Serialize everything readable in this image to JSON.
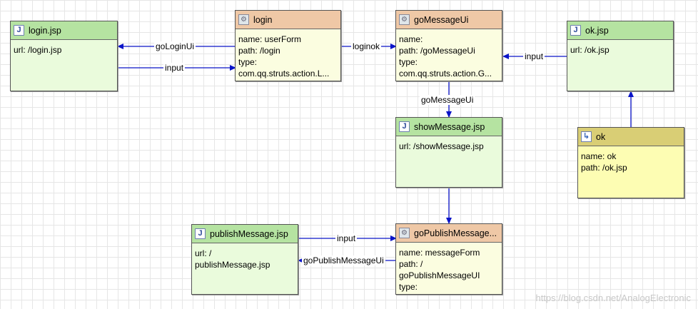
{
  "nodes": {
    "login_jsp": {
      "title": "login.jsp",
      "lines": [
        "url: /login.jsp"
      ]
    },
    "login": {
      "title": "login",
      "lines": [
        "name: userForm",
        "path: /login",
        "type:",
        "com.qq.struts.action.L..."
      ]
    },
    "goMessageUi": {
      "title": "goMessageUi",
      "lines": [
        "name:",
        "path: /goMessageUi",
        "type:",
        "com.qq.struts.action.G..."
      ]
    },
    "ok_jsp": {
      "title": "ok.jsp",
      "lines": [
        "url: /ok.jsp"
      ]
    },
    "showMessage_jsp": {
      "title": "showMessage.jsp",
      "lines": [
        "url: /showMessage.jsp"
      ]
    },
    "ok": {
      "title": "ok",
      "lines": [
        "name: ok",
        "path: /ok.jsp"
      ]
    },
    "publishMessage_jsp": {
      "title": "publishMessage.jsp",
      "lines": [
        "url: /",
        "publishMessage.jsp"
      ]
    },
    "goPublishMessage": {
      "title": "goPublishMessage...",
      "lines": [
        "name: messageForm",
        "path: /",
        "goPublishMessageUI",
        "type:"
      ]
    }
  },
  "edges": {
    "goLoginUi": "goLoginUi",
    "input_login": "input",
    "loginok": "loginok",
    "input_ok": "input",
    "goMessageUi": "goMessageUi",
    "input_publish": "input",
    "goPublishMessageUi": "goPublishMessageUi"
  },
  "icons": {
    "jsp": "jsp-file-icon",
    "action": "action-icon",
    "forward": "forward-icon"
  },
  "colors": {
    "jsp_header": "#b5e3a1",
    "jsp_body": "#eafbdc",
    "action_header": "#efc8a6",
    "action_body": "#fbfde0",
    "forward_header": "#d9ce75",
    "forward_body": "#fdfdb3",
    "connector": "#0a14c8"
  },
  "watermark": "https://blog.csdn.net/AnalogElectronic"
}
